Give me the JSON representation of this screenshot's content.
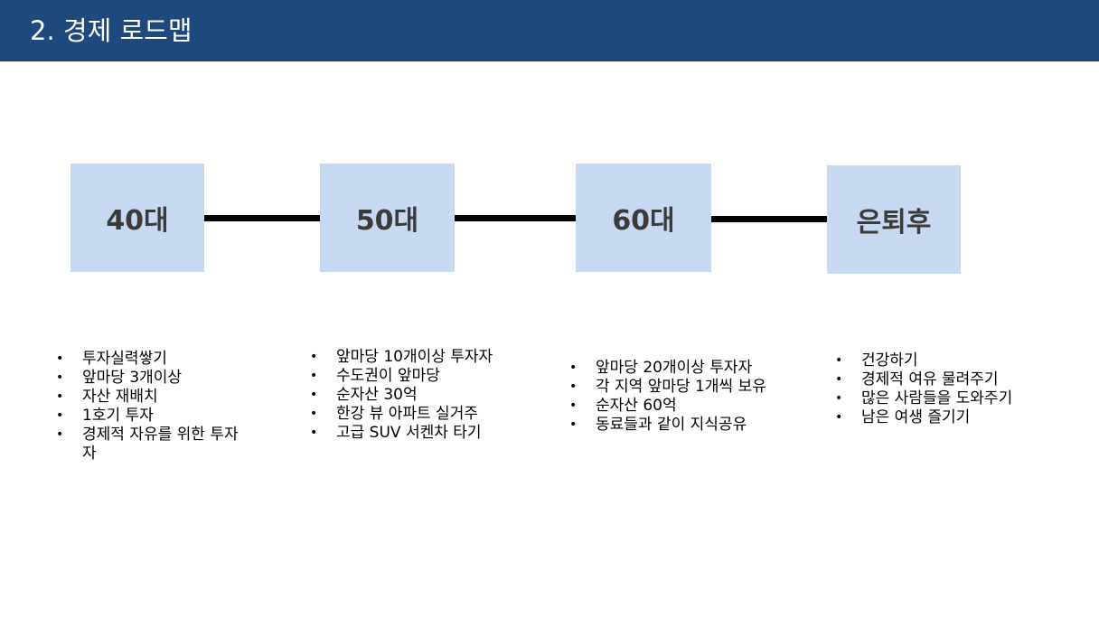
{
  "header": {
    "title": "2. 경제 로드맵"
  },
  "stages": [
    {
      "label": "40대",
      "items": [
        "투자실력쌓기",
        "앞마당 3개이상",
        "자산 재배치",
        "1호기 투자",
        "경제적 자유를 위한 투자자"
      ]
    },
    {
      "label": "50대",
      "items": [
        "앞마당 10개이상 투자자",
        "수도권이 앞마당",
        "순자산 30억",
        "한강 뷰 아파트 실거주",
        "고급 SUV 서켄차 타기"
      ]
    },
    {
      "label": "60대",
      "items": [
        "앞마당 20개이상 투자자",
        "각 지역 앞마당 1개씩 보유",
        "순자산 60억",
        "동료들과 같이 지식공유"
      ]
    },
    {
      "label": "은퇴후",
      "items": [
        "건강하기",
        "경제적 여유 물려주기",
        "많은 사람들을 도와주기",
        "남은 여생 즐기기"
      ]
    }
  ],
  "colors": {
    "header_bg": "#1f497d",
    "box_bg": "#c6d9f0",
    "connector": "#000000"
  }
}
